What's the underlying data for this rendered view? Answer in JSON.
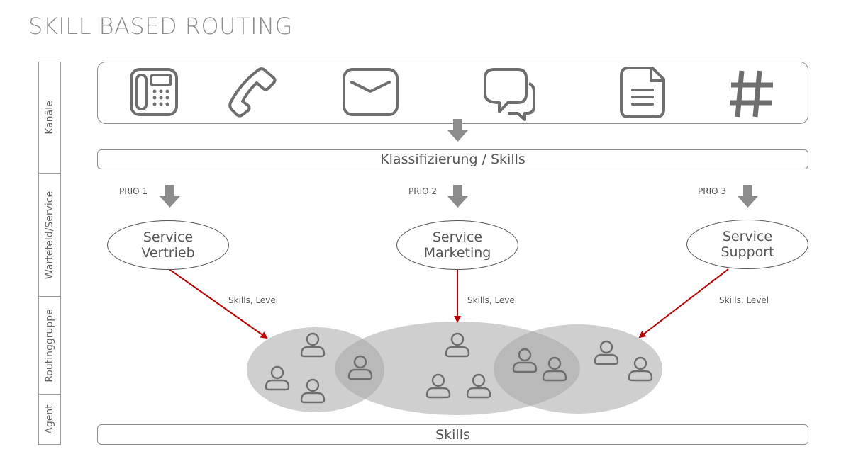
{
  "title": "SKILL BASED ROUTING",
  "lanes": [
    {
      "label": "Kanäle"
    },
    {
      "label": "Wartefeld/Service"
    },
    {
      "label": "Routinggruppe"
    },
    {
      "label": "Agent"
    }
  ],
  "channels": [
    "desk-phone-icon",
    "phone-handset-icon",
    "envelope-icon",
    "chat-bubbles-icon",
    "document-icon",
    "hashtag-icon"
  ],
  "classification_label": "Klassifizierung / Skills",
  "services": [
    {
      "prio": "PRIO 1",
      "line1": "Service",
      "line2": "Vertrieb",
      "link_label": "Skills, Level"
    },
    {
      "prio": "PRIO 2",
      "line1": "Service",
      "line2": "Marketing",
      "link_label": "Skills, Level"
    },
    {
      "prio": "PRIO 3",
      "line1": "Service",
      "line2": "Support",
      "link_label": "Skills, Level"
    }
  ],
  "skills_label": "Skills",
  "colors": {
    "arrow_gray": "#8c8c8c",
    "link_red": "#c00000",
    "group_fill": "#c8c8c8",
    "icon_gray": "#6e6e6e"
  }
}
